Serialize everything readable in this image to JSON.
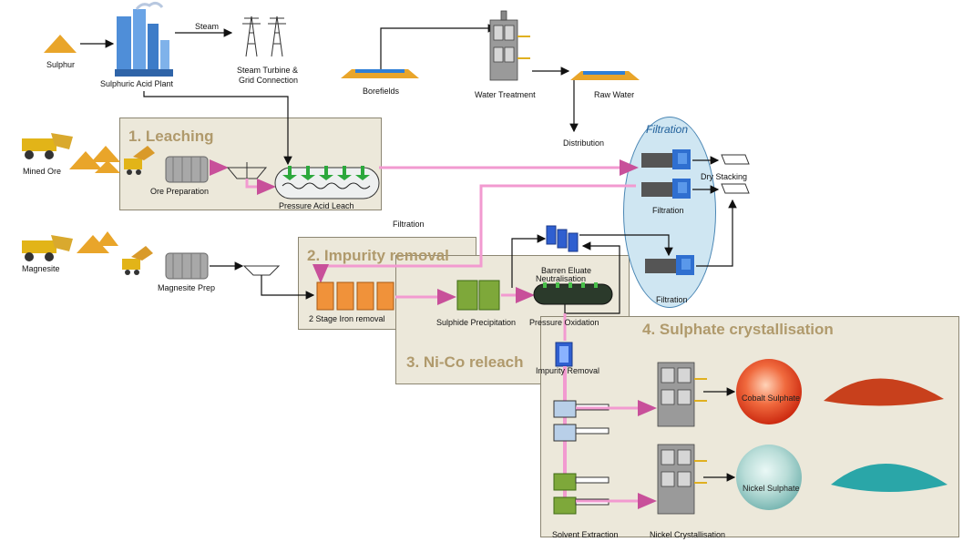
{
  "stages": {
    "leaching": "1. Leaching",
    "impurity": "2. Impurity removal",
    "releach": "3. Ni-Co releach",
    "crystallisation": "4. Sulphate crystallisation",
    "filtration": "Filtration"
  },
  "labels": {
    "sulphur": "Sulphur",
    "acid_plant": "Sulphuric Acid Plant",
    "steam": "Steam",
    "turbine": "Steam Turbine &",
    "grid": "Grid Connection",
    "borefields": "Borefields",
    "water_treatment": "Water Treatment",
    "raw_water": "Raw Water",
    "distribution": "Distribution",
    "mined_ore": "Mined Ore",
    "ore_prep": "Ore Preparation",
    "pal": "Pressure Acid Leach",
    "filtration_mid": "Filtration",
    "dry_stacking": "Dry Stacking",
    "filtration_1": "Filtration",
    "filtration_2": "Filtration",
    "magnesite": "Magnesite",
    "magnesite_prep": "Magnesite Prep",
    "iron_removal": "2 Stage Iron removal",
    "sulphide_precip": "Sulphide Precipitation",
    "barren_1": "Barren Eluate",
    "barren_2": "Neutralisation",
    "pressure_ox": "Pressure Oxidation",
    "impurity_removal": "Impurity Removal",
    "cobalt_sulphate": "Cobalt Sulphate",
    "nickel_sulphate": "Nickel Sulphate",
    "solvent_extraction": "Solvent Extraction",
    "nickel_cryst": "Nickel Crystallisation"
  },
  "colors": {
    "slurry_pipe": "#f29ad0",
    "stage_fill": "#ece8da",
    "stage_title": "#b09a6c",
    "filtration_oval": "#cfe6f2",
    "cobalt": "#d23a1e",
    "nickel": "#2aa6a8"
  }
}
